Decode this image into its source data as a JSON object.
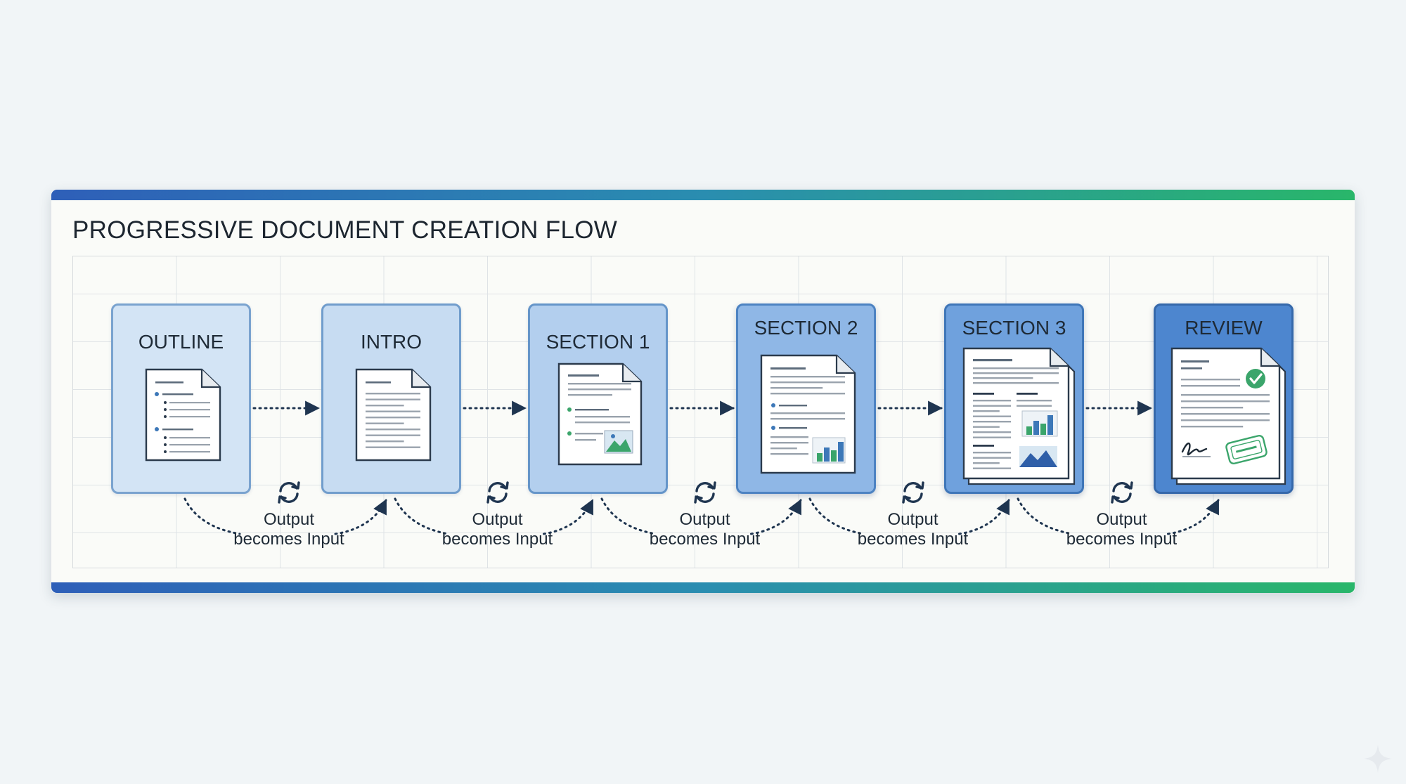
{
  "title": "PROGRESSIVE DOCUMENT CREATION FLOW",
  "stages": [
    {
      "label": "OUTLINE",
      "icon": "outline-document-icon"
    },
    {
      "label": "INTRO",
      "icon": "text-document-icon"
    },
    {
      "label": "SECTION 1",
      "icon": "document-with-image-icon"
    },
    {
      "label": "SECTION 2",
      "icon": "document-with-chart-icon"
    },
    {
      "label": "SECTION 3",
      "icon": "stacked-document-icon"
    },
    {
      "label": "REVIEW",
      "icon": "approved-document-icon"
    }
  ],
  "loop_label_line1": "Output",
  "loop_label_line2": "becomes Input",
  "colors": {
    "gradient_start": "#2e5fb8",
    "gradient_end": "#29b66a",
    "card_light": "#cfe1f4",
    "card_dark": "#4d86cf",
    "arrow": "#1f3550",
    "approve_green": "#3ba56b"
  }
}
